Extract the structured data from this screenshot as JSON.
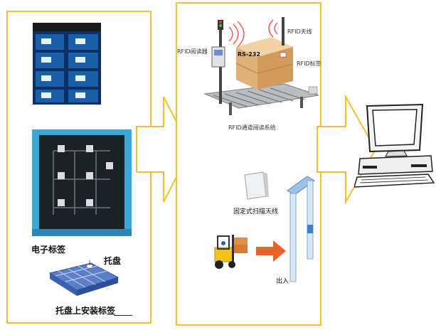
{
  "colors": {
    "border": "#f2c12e",
    "arrow": "#f2c12e",
    "crate_blue": "#1b5fa8",
    "tray_cyan": "#3aa6d6",
    "forklift": "#f0c419",
    "push_arrow": "#e8632a"
  },
  "panel_left": {
    "label_tag": "电子标签",
    "label_pallet": "托盘",
    "label_install": "托盘上安装标签"
  },
  "panel_middle": {
    "label_antenna": "RFID天线",
    "label_reader": "RFID阅读器",
    "label_rs232": "RS-232",
    "label_tag": "RFID标签",
    "label_system": "RFID通道阅读系统",
    "label_fixed_antenna": "固定式扫描天线",
    "label_inout": "出入"
  },
  "icons": [
    "crate-photo",
    "tray-photo",
    "pallet-icon",
    "conveyor-icon",
    "forklift-icon",
    "computer-icon",
    "arrow-right-icon"
  ]
}
